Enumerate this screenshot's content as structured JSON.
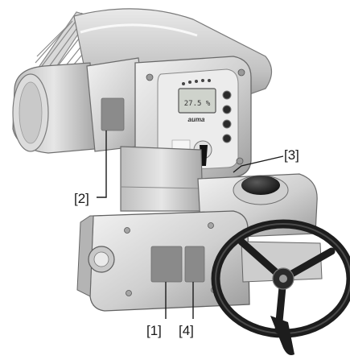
{
  "figure": {
    "display": {
      "value": "27.5 %",
      "brand": "auma"
    },
    "callouts": {
      "label_1": "[1]",
      "label_2": "[2]",
      "label_3": "[3]",
      "label_4": "[4]"
    },
    "colors": {
      "housing_light": "#e4e4e4",
      "housing_mid": "#b9b9b9",
      "housing_dark": "#7d7d7d",
      "label_patch": "#8a8a8a",
      "handwheel": "#1d1d1d",
      "lcd": "#cfd3cc"
    }
  }
}
